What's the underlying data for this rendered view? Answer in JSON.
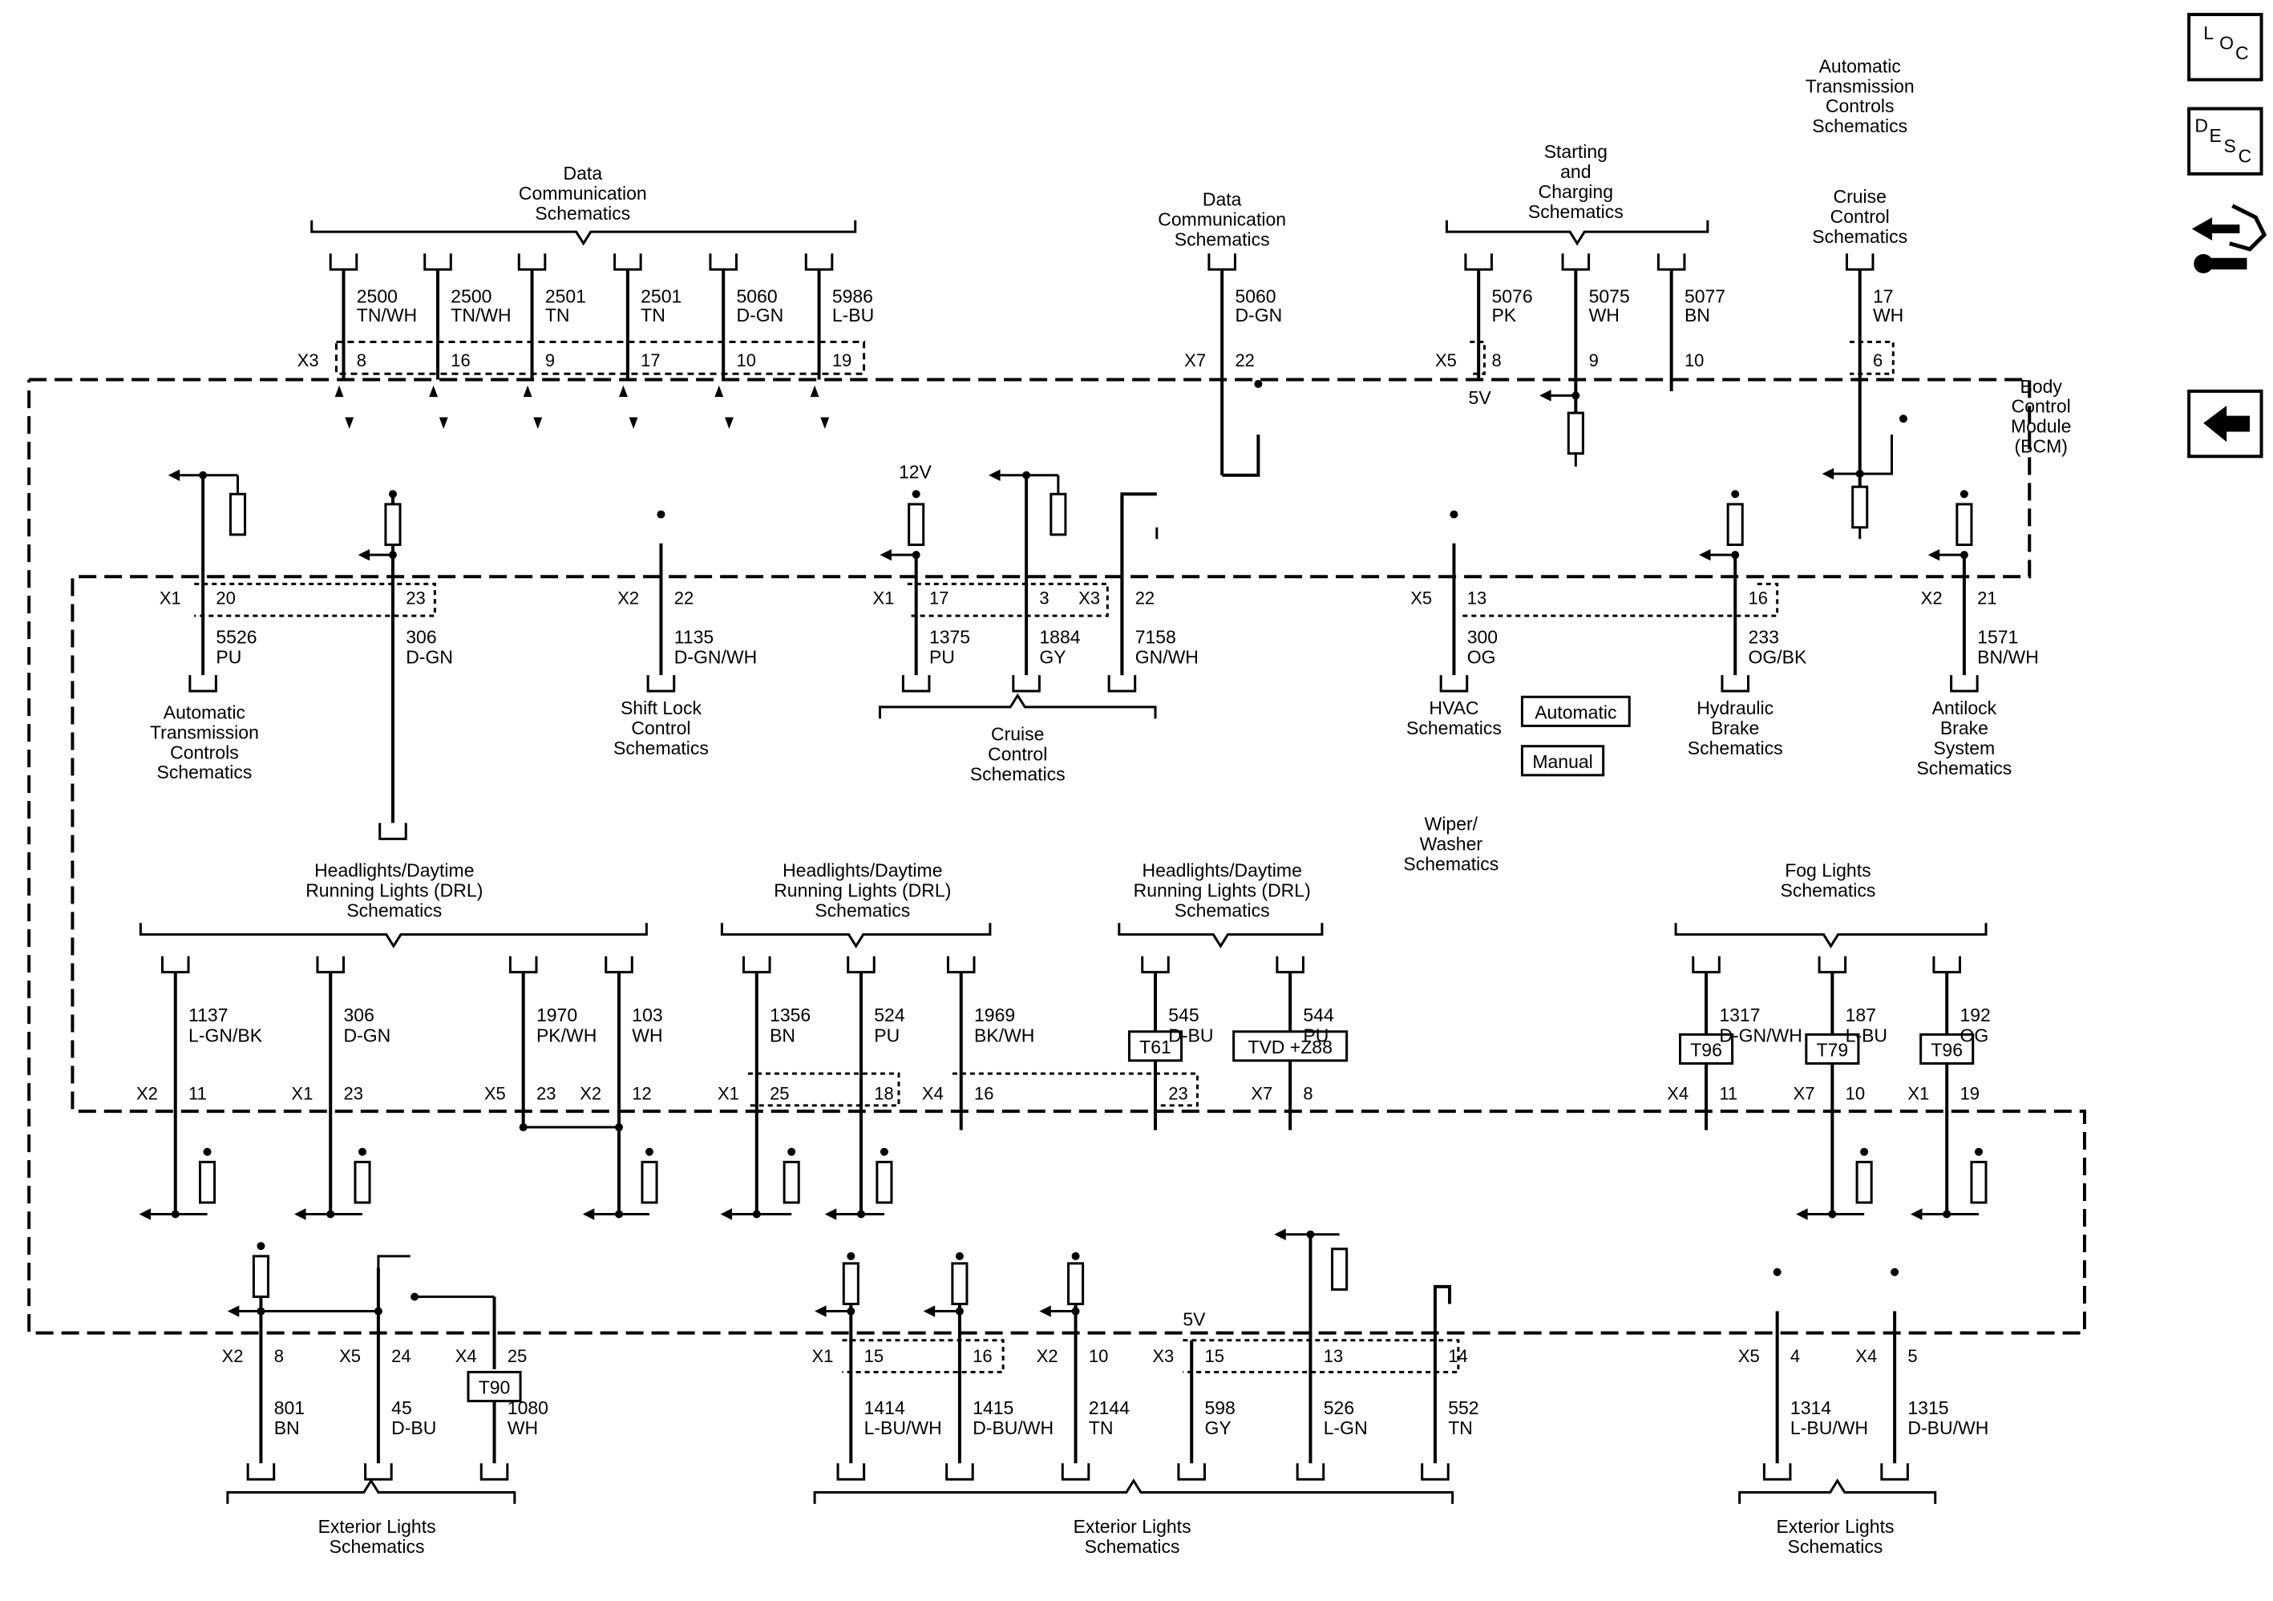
{
  "nav": {
    "loc": [
      "L",
      "O",
      "C"
    ],
    "desc": [
      "D",
      "E",
      "S",
      "C"
    ],
    "icons": [
      "loc-button-icon",
      "desc-button-icon",
      "connector-wrench-icon",
      "back-arrow-icon"
    ]
  },
  "module_label": [
    "Body",
    "Control",
    "Module",
    "(BCM)"
  ],
  "option_boxes": {
    "automatic": "Automatic",
    "manual": "Manual"
  },
  "wiper_label": [
    "Wiper/",
    "Washer",
    "Schematics"
  ],
  "voltages": {
    "v5_top": "5V",
    "v12": "12V",
    "v5_bottom": "5V"
  },
  "top_groups": [
    {
      "title": [
        "Data",
        "Communication",
        "Schematics"
      ],
      "connector": "X3",
      "wires": [
        {
          "circuit": "2500",
          "color": "TN/WH",
          "pin": "8"
        },
        {
          "circuit": "2500",
          "color": "TN/WH",
          "pin": "16"
        },
        {
          "circuit": "2501",
          "color": "TN",
          "pin": "9"
        },
        {
          "circuit": "2501",
          "color": "TN",
          "pin": "17"
        },
        {
          "circuit": "5060",
          "color": "D-GN",
          "pin": "10"
        },
        {
          "circuit": "5986",
          "color": "L-BU",
          "pin": "19"
        }
      ]
    },
    {
      "title": [
        "Data",
        "Communication",
        "Schematics"
      ],
      "connector": "X7",
      "wires": [
        {
          "circuit": "5060",
          "color": "D-GN",
          "pin": "22"
        }
      ]
    },
    {
      "title": [
        "Starting",
        "and",
        "Charging",
        "Schematics"
      ],
      "connector": "X5",
      "wires": [
        {
          "circuit": "5076",
          "color": "PK",
          "pin": "8"
        },
        {
          "circuit": "5075",
          "color": "WH",
          "pin": "9"
        },
        {
          "circuit": "5077",
          "color": "BN",
          "pin": "10"
        }
      ]
    },
    {
      "title": [
        "Automatic",
        "Transmission",
        "Controls",
        "Schematics"
      ],
      "subtitle": [
        "Cruise",
        "Control",
        "Schematics"
      ],
      "wires": [
        {
          "circuit": "17",
          "color": "WH",
          "pin": "6"
        }
      ]
    }
  ],
  "mid_wires": [
    {
      "connector": "X1",
      "pin": "20",
      "circuit": "5526",
      "color": "PU"
    },
    {
      "connector": "",
      "pin": "23",
      "circuit": "306",
      "color": "D-GN"
    },
    {
      "connector": "X2",
      "pin": "22",
      "circuit": "1135",
      "color": "D-GN/WH"
    },
    {
      "connector": "X1",
      "pin": "17",
      "circuit": "1375",
      "color": "PU"
    },
    {
      "connector": "",
      "pin": "3",
      "circuit": "1884",
      "color": "GY"
    },
    {
      "connector": "X3",
      "pin": "22",
      "circuit": "7158",
      "color": "GN/WH"
    },
    {
      "connector": "X5",
      "pin": "13",
      "circuit": "300",
      "color": "OG"
    },
    {
      "connector": "",
      "pin": "16",
      "circuit": "233",
      "color": "OG/BK"
    },
    {
      "connector": "X2",
      "pin": "21",
      "circuit": "1571",
      "color": "BN/WH"
    }
  ],
  "mid_targets": {
    "atc": [
      "Automatic",
      "Transmission",
      "Controls",
      "Schematics"
    ],
    "shift": [
      "Shift Lock",
      "Control",
      "Schematics"
    ],
    "cruise": [
      "Cruise",
      "Control",
      "Schematics"
    ],
    "hvac": [
      "HVAC",
      "Schematics"
    ],
    "brake": [
      "Hydraulic",
      "Brake",
      "Schematics"
    ],
    "abs": [
      "Antilock",
      "Brake",
      "System",
      "Schematics"
    ]
  },
  "lower_groups": [
    {
      "title": [
        "Headlights/Daytime",
        "Running Lights (DRL)",
        "Schematics"
      ],
      "wires": [
        {
          "circuit": "1137",
          "color": "L-GN/BK",
          "connector": "X2",
          "pin": "11"
        },
        {
          "circuit": "306",
          "color": "D-GN",
          "connector": "X1",
          "pin": "23"
        },
        {
          "circuit": "1970",
          "color": "PK/WH",
          "connector": "X5",
          "pin": "23"
        },
        {
          "circuit": "103",
          "color": "WH",
          "connector": "X2",
          "pin": "12"
        }
      ]
    },
    {
      "title": [
        "Headlights/Daytime",
        "Running Lights (DRL)",
        "Schematics"
      ],
      "wires": [
        {
          "circuit": "1356",
          "color": "BN",
          "connector": "X1",
          "pin": "25"
        },
        {
          "circuit": "524",
          "color": "PU",
          "connector": "",
          "pin": "18"
        },
        {
          "circuit": "1969",
          "color": "BK/WH",
          "connector": "X4",
          "pin": "16"
        }
      ]
    },
    {
      "title": [
        "Headlights/Daytime",
        "Running Lights (DRL)",
        "Schematics"
      ],
      "wires": [
        {
          "circuit": "545",
          "color": "D-BU",
          "option": "T61",
          "connector": "",
          "pin": "23"
        },
        {
          "circuit": "544",
          "color": "PU",
          "option": "TVD +Z88",
          "connector": "X7",
          "pin": "8"
        }
      ]
    },
    {
      "title": [
        "Fog Lights",
        "Schematics"
      ],
      "wires": [
        {
          "circuit": "1317",
          "color": "D-GN/WH",
          "option": "T96",
          "connector": "X4",
          "pin": "11"
        },
        {
          "circuit": "187",
          "color": "L-BU",
          "option": "T79",
          "connector": "X7",
          "pin": "10"
        },
        {
          "circuit": "192",
          "color": "OG",
          "option": "T96",
          "connector": "X1",
          "pin": "19"
        }
      ]
    }
  ],
  "bottom_groups": [
    {
      "title": [
        "Exterior Lights",
        "Schematics"
      ],
      "wires": [
        {
          "connector": "X2",
          "pin": "8",
          "circuit": "801",
          "color": "BN"
        },
        {
          "connector": "X5",
          "pin": "24",
          "circuit": "45",
          "color": "D-BU"
        },
        {
          "connector": "X4",
          "pin": "25",
          "circuit": "1080",
          "color": "WH",
          "option": "T90"
        }
      ]
    },
    {
      "title": [
        "Exterior Lights",
        "Schematics"
      ],
      "wires": [
        {
          "connector": "X1",
          "pin": "15",
          "circuit": "1414",
          "color": "L-BU/WH"
        },
        {
          "connector": "",
          "pin": "16",
          "circuit": "1415",
          "color": "D-BU/WH"
        },
        {
          "connector": "X2",
          "pin": "10",
          "circuit": "2144",
          "color": "TN"
        },
        {
          "connector": "X3",
          "pin": "15",
          "circuit": "598",
          "color": "GY"
        },
        {
          "connector": "",
          "pin": "13",
          "circuit": "526",
          "color": "L-GN"
        },
        {
          "connector": "",
          "pin": "14",
          "circuit": "552",
          "color": "TN"
        }
      ]
    },
    {
      "title": [
        "Exterior Lights",
        "Schematics"
      ],
      "wires": [
        {
          "connector": "X5",
          "pin": "4",
          "circuit": "1314",
          "color": "L-BU/WH"
        },
        {
          "connector": "X4",
          "pin": "5",
          "circuit": "1315",
          "color": "D-BU/WH"
        }
      ]
    }
  ]
}
